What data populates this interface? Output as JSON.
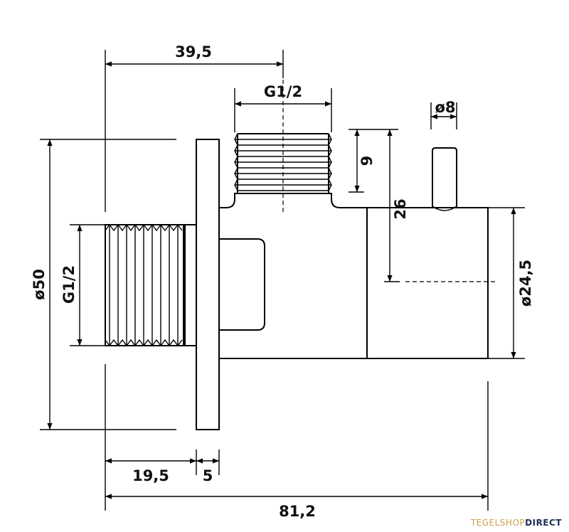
{
  "dimensions": {
    "top_width": "39,5",
    "top_thread": "G1/2",
    "stem_diameter": "ø8",
    "top_height": "9",
    "center_height": "26",
    "flange_diameter": "ø50",
    "left_thread": "G1/2",
    "body_diameter": "ø24,5",
    "thread_length": "19,5",
    "flange_thickness": "5",
    "total_length": "81,2"
  },
  "watermark": {
    "part1": "TEGELSHOP",
    "part2": "DIRECT"
  },
  "colors": {
    "line": "#000000",
    "text": "#111111",
    "watermark_gold": "#c9a24a",
    "watermark_navy": "#1e2f55"
  }
}
